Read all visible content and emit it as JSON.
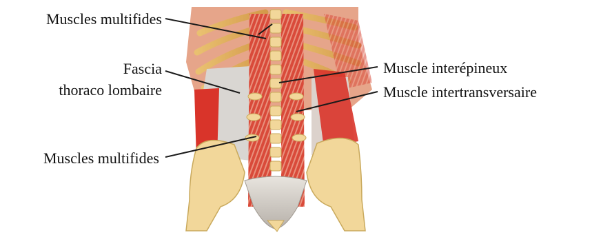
{
  "labels": {
    "multifides_top": "Muscles multifides",
    "fascia_line1": "Fascia",
    "fascia_line2": "thoraco lombaire",
    "interepineux": "Muscle interépineux",
    "intertransversaire": "Muscle intertransversaire",
    "multifides_bottom": "Muscles multifides"
  },
  "colors": {
    "muscle_red": "#d9342a",
    "muscle_light": "#e8826a",
    "bone": "#f2d79a",
    "bone_shadow": "#c9a95c",
    "fascia": "#d9d6d2",
    "leader_line": "#1a1a1a"
  }
}
